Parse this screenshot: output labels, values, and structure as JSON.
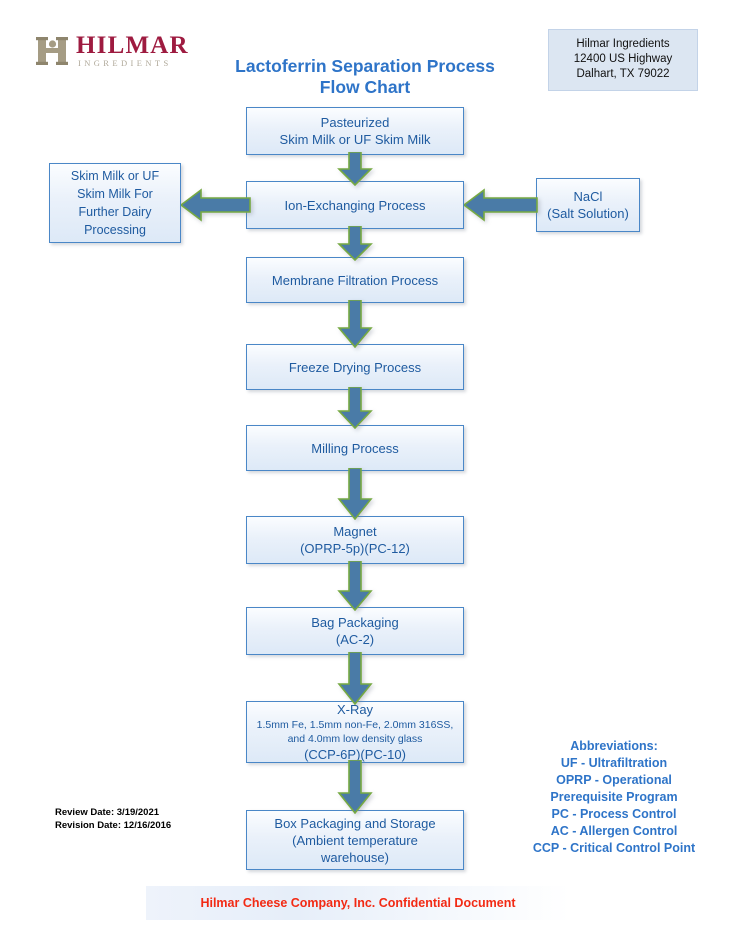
{
  "logo": {
    "mark_icon": "hilmar-h-monogram-icon",
    "wordmark": "HILMAR",
    "subword": "INGREDIENTS"
  },
  "title": {
    "line1": "Lactoferrin Separation Process",
    "line2": "Flow Chart"
  },
  "address": {
    "line1": "Hilmar Ingredients",
    "line2": "12400 US Highway",
    "line3": "Dalhart, TX 79022"
  },
  "boxes": {
    "pasteurized": {
      "l1": "Pasteurized",
      "l2": "Skim Milk or UF Skim Milk"
    },
    "ion_exchange": {
      "l1": "Ion-Exchanging Process"
    },
    "skim_return": {
      "l1": "Skim Milk or UF",
      "l2": "Skim Milk For",
      "l3": "Further Dairy",
      "l4": "Processing"
    },
    "nacl": {
      "l1": "NaCl",
      "l2": "(Salt Solution)"
    },
    "membrane": {
      "l1": "Membrane Filtration Process"
    },
    "freeze": {
      "l1": "Freeze Drying Process"
    },
    "milling": {
      "l1": "Milling Process"
    },
    "magnet": {
      "l1": "Magnet",
      "l2": "(OPRP-5p)(PC-12)"
    },
    "bag": {
      "l1": "Bag Packaging",
      "l2": "(AC-2)"
    },
    "xray": {
      "l1": "X-Ray",
      "l2": "1.5mm Fe, 1.5mm non-Fe, 2.0mm 316SS,",
      "l3": "and 4.0mm low density glass",
      "l4": "(CCP-6P)(PC-10)"
    },
    "box_storage": {
      "l1": "Box Packaging and Storage",
      "l2": "(Ambient temperature",
      "l3": "warehouse)"
    }
  },
  "abbreviations": {
    "heading": "Abbreviations:",
    "items": [
      "UF - Ultrafiltration",
      "OPRP - Operational",
      "Prerequisite Program",
      "PC - Process Control",
      "AC - Allergen Control",
      "CCP - Critical Control Point"
    ]
  },
  "dates": {
    "review": "Review Date: 3/19/2021",
    "revision": "Revision Date: 12/16/2016"
  },
  "footer": {
    "text": "Hilmar Cheese Company, Inc. Confidential Document"
  },
  "colors": {
    "title_blue": "#2e74c8",
    "box_text_blue": "#1f5ba0",
    "box_border": "#4a87c7",
    "arrow_fill": "#4a7ba7",
    "arrow_outline": "#76a942",
    "logo_red": "#9e1b40",
    "logo_tan": "#b0a99a",
    "footer_red": "#f22a14",
    "address_bg": "#dce6f2"
  }
}
